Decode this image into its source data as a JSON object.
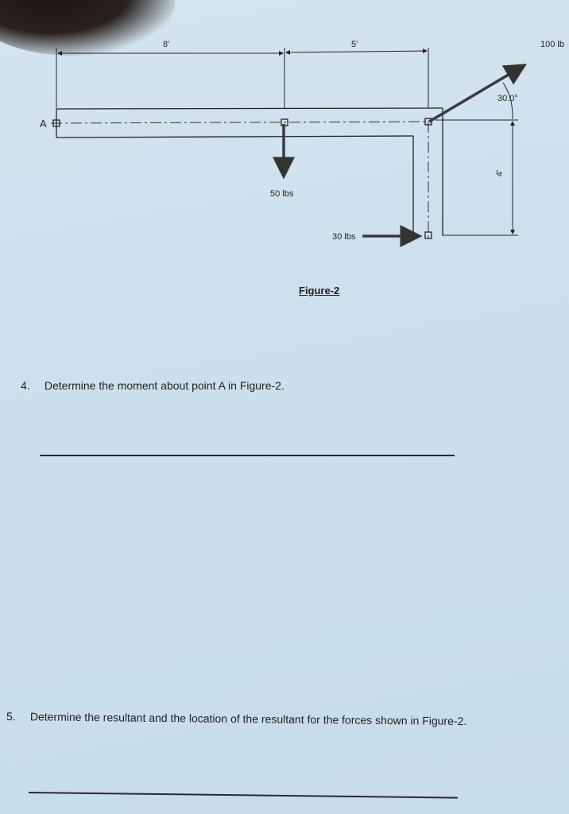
{
  "figure": {
    "caption": "Figure-2",
    "point_label": "A",
    "dimensions": {
      "horizontal_1": "8'",
      "horizontal_2": "5'",
      "vertical": "4'"
    },
    "forces": [
      {
        "label": "50 lbs",
        "direction": "down"
      },
      {
        "label": "30 lbs",
        "direction": "right"
      },
      {
        "label": "100 lb",
        "direction": "up-right",
        "angle": "30.0°"
      }
    ]
  },
  "questions": [
    {
      "number": "4.",
      "text": "Determine the moment about point A in Figure-2."
    },
    {
      "number": "5.",
      "text": "Determine the resultant and the location of the resultant for the forces shown in Figure-2."
    }
  ]
}
